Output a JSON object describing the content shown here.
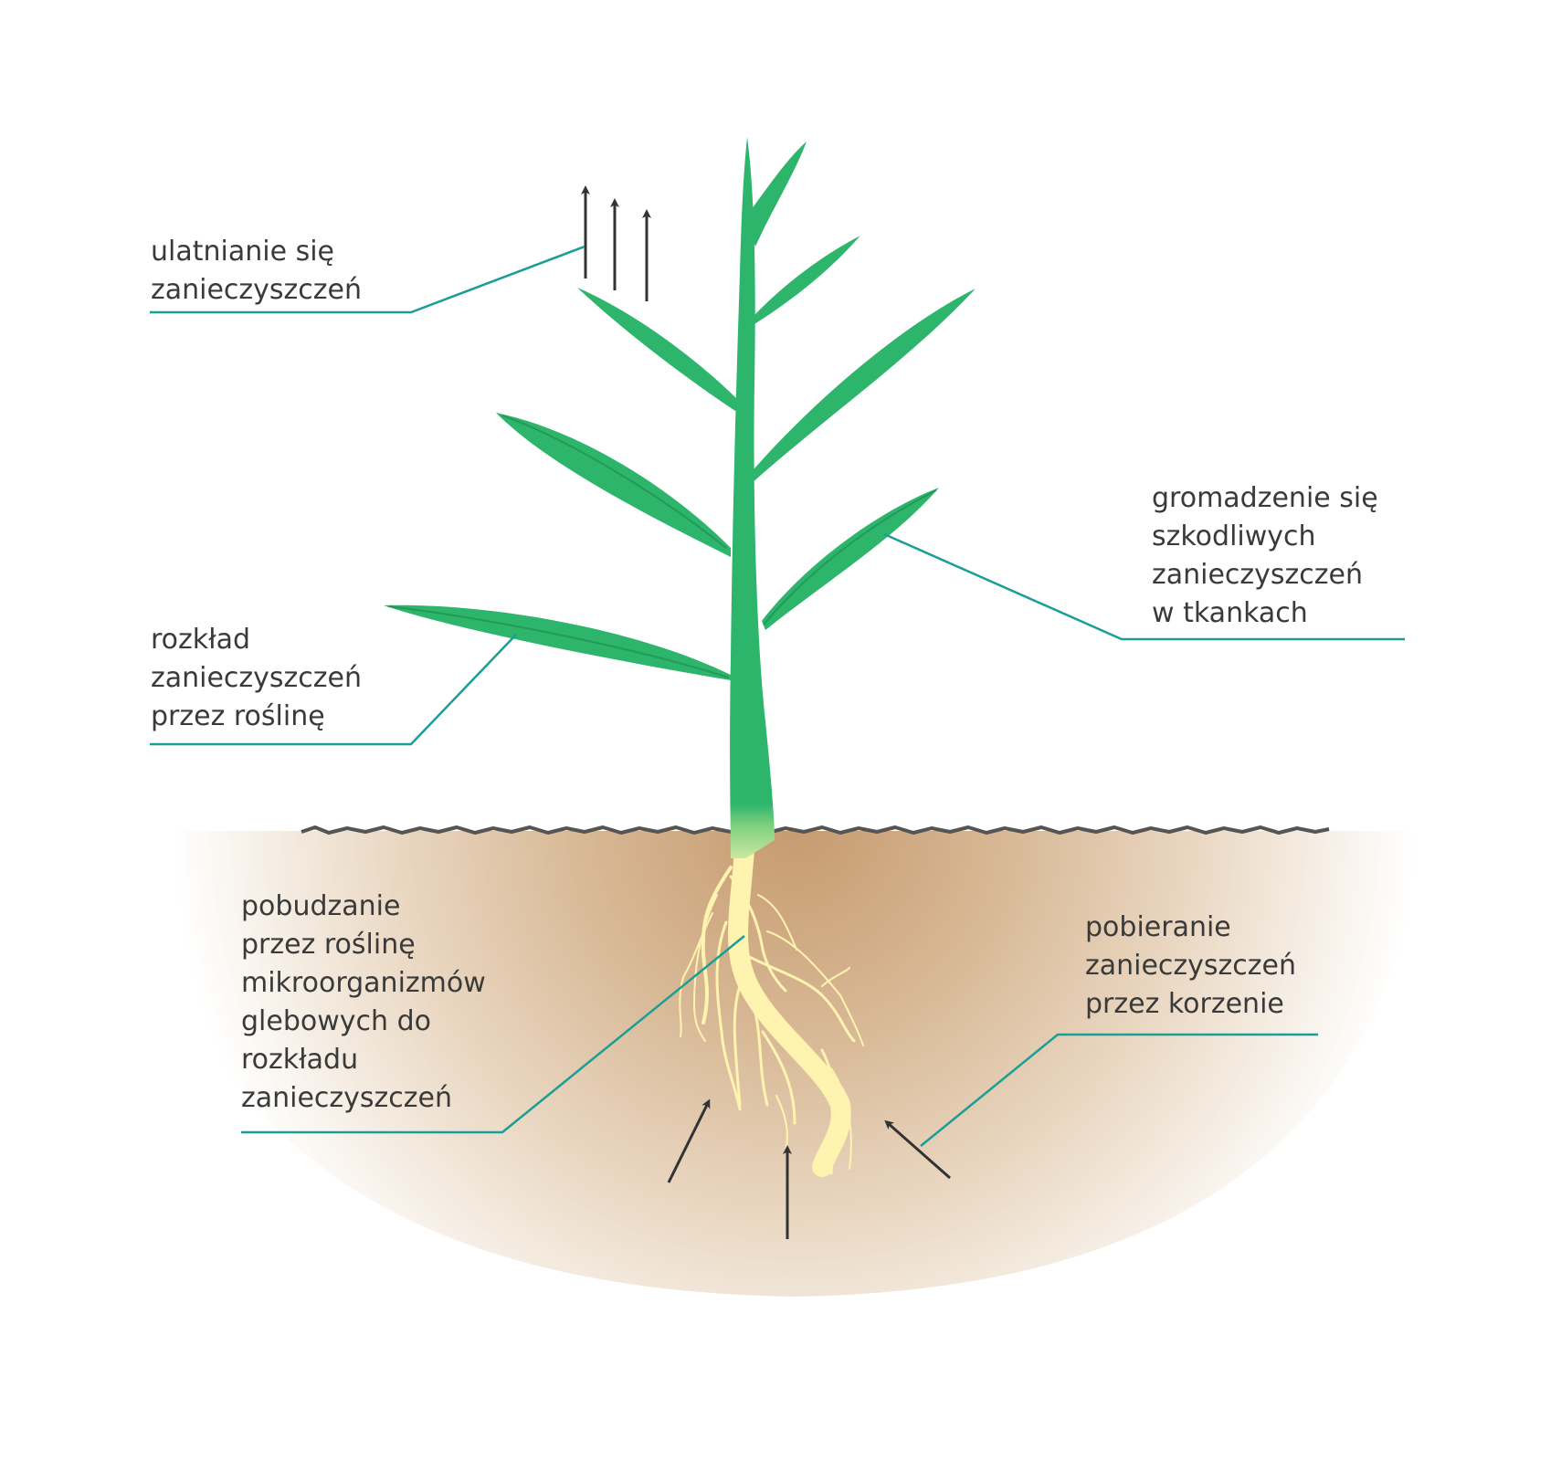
{
  "labels": {
    "volatilization": [
      "ulatnianie się",
      "zanieczyszczeń"
    ],
    "accumulation": [
      "gromadzenie się",
      "szkodliwych",
      "zanieczyszczeń",
      "w tkankach"
    ],
    "degradation": [
      "rozkład",
      "zanieczyszczeń",
      "przez roślinę"
    ],
    "stimulation": [
      "pobudzanie",
      "przez roślinę",
      "mikroorganizmów",
      "glebowych do",
      "rozkładu",
      "zanieczyszczeń"
    ],
    "uptake": [
      "pobieranie",
      "zanieczyszczeń",
      "przez korzenie"
    ]
  },
  "colors": {
    "leader_line": "#1a9e96",
    "plant_green": "#2db56c",
    "leaf_vein": "#239a58",
    "root": "#fff3b0",
    "soil_center": "#c99c72",
    "arrow": "#333333"
  }
}
